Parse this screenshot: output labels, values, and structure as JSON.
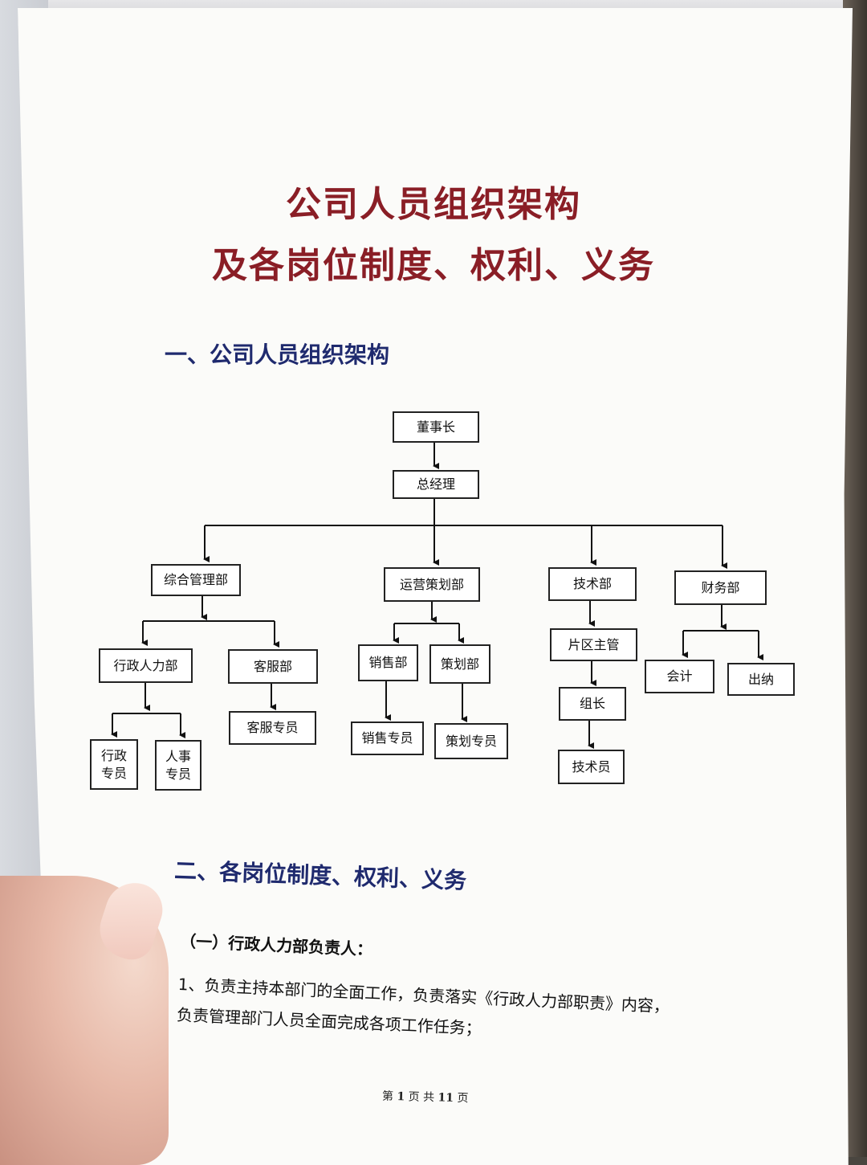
{
  "document": {
    "title_line1": "公司人员组织架构",
    "title_line2": "及各岗位制度、权利、义务",
    "section1_heading": "一、公司人员组织架构",
    "section2_heading": "二、各岗位制度、权利、义务",
    "subsection_heading": "（一）行政人力部负责人：",
    "paragraph_line1": "1、负责主持本部门的全面工作，负责落实《行政人力部职责》内容，",
    "paragraph_line2": "负责管理部门人员全面完成各项工作任务；",
    "footer": {
      "prefix": "第",
      "page": "1",
      "mid": "页 共",
      "total": "11",
      "suffix": "页"
    }
  },
  "org_chart": {
    "chairman": "董事长",
    "general_manager": "总经理",
    "dept_general_admin": "综合管理部",
    "dept_operations": "运营策划部",
    "dept_tech": "技术部",
    "dept_finance": "财务部",
    "admin_hr": "行政人力部",
    "customer_service": "客服部",
    "sales": "销售部",
    "planning": "策划部",
    "area_manager": "片区主管",
    "accounting": "会计",
    "cashier": "出纳",
    "admin_staff": "行政\n专员",
    "hr_staff": "人事\n专员",
    "cs_staff": "客服专员",
    "sales_staff": "销售专员",
    "planning_staff": "策划专员",
    "team_leader": "组长",
    "technician": "技术员"
  }
}
